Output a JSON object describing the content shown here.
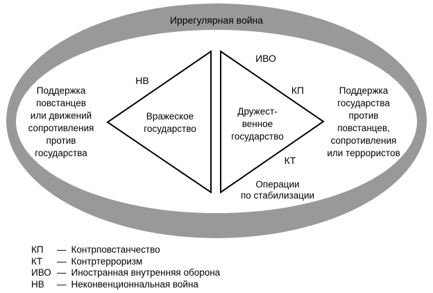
{
  "diagram": {
    "title": "Иррегулярная война",
    "left_support_text": "Поддержка\nповстанцев\nили движений\nсопротивления\nпротив\nгосударства",
    "right_support_text": "Поддержка\nгосударства\nпротив\nповстанцев,\nсопротивления\nили террористов",
    "enemy_state_label": "Вражеское\nгосударство",
    "friendly_state_label": "Дружест-\nвенное\nгосударство",
    "edge_labels": {
      "nv": "НВ",
      "ivo": "ИВО",
      "kp": "КП",
      "kt": "КТ"
    },
    "stabilization_ops_label": "Операции\nпо стабилизации",
    "colors": {
      "ring": "#999999",
      "line": "#000000",
      "text": "#000000"
    }
  },
  "legend": {
    "items": [
      {
        "abbr": "КП",
        "dash": "—",
        "definition": "Контрповстанчество"
      },
      {
        "abbr": "КТ",
        "dash": "—",
        "definition": "Контртерроризм"
      },
      {
        "abbr": "ИВО",
        "dash": "—",
        "definition": "Иностранная внутренняя оборона"
      },
      {
        "abbr": "НВ",
        "dash": "—",
        "definition": "Неконвенционнальная война"
      }
    ]
  }
}
